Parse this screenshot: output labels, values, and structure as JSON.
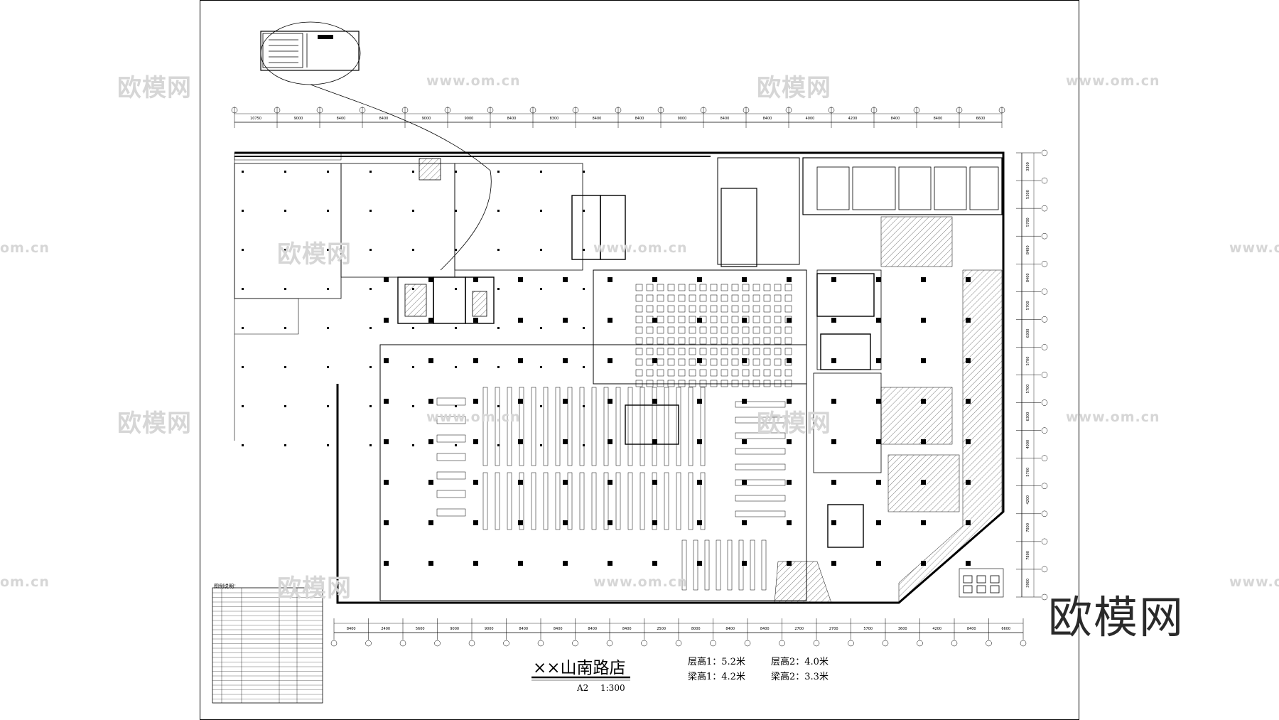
{
  "drawing": {
    "store_title": "××山南路店",
    "sheet_size": "A2",
    "scale": "1:300",
    "floor_height_1": "层高1：5.2米",
    "floor_height_2": "层高2：4.0米",
    "beam_height_1": "梁高1：4.2米",
    "beam_height_2": "梁高2：3.3米",
    "legend_title": "图例说明："
  },
  "watermarks": {
    "brand": "欧模网",
    "url": "www.om.cn",
    "url_short": "om.cn"
  },
  "brand_logo": "欧模网",
  "dimensions": {
    "top_row": [
      "10750",
      "9000",
      "8400",
      "8400",
      "9000",
      "9000",
      "8400",
      "8300",
      "8400",
      "8400",
      "9000",
      "8400",
      "8400",
      "4000",
      "4200",
      "8400",
      "8400",
      "6600"
    ],
    "bottom_row": [
      "8400",
      "2400",
      "5600",
      "9000",
      "9000",
      "8400",
      "8400",
      "8400",
      "8400",
      "2500",
      "8000",
      "8400",
      "8400",
      "2700",
      "2700",
      "5700",
      "3600",
      "4200",
      "8400",
      "6600"
    ],
    "right_col": [
      "3300",
      "5300",
      "5700",
      "8400",
      "8400",
      "5700",
      "6300",
      "5700",
      "5700",
      "6300",
      "4000",
      "5700",
      "4200",
      "7800",
      "7800",
      "3900"
    ]
  },
  "colors": {
    "line": "#000000",
    "watermark": "#d6d6d6",
    "paper": "#ffffff"
  }
}
